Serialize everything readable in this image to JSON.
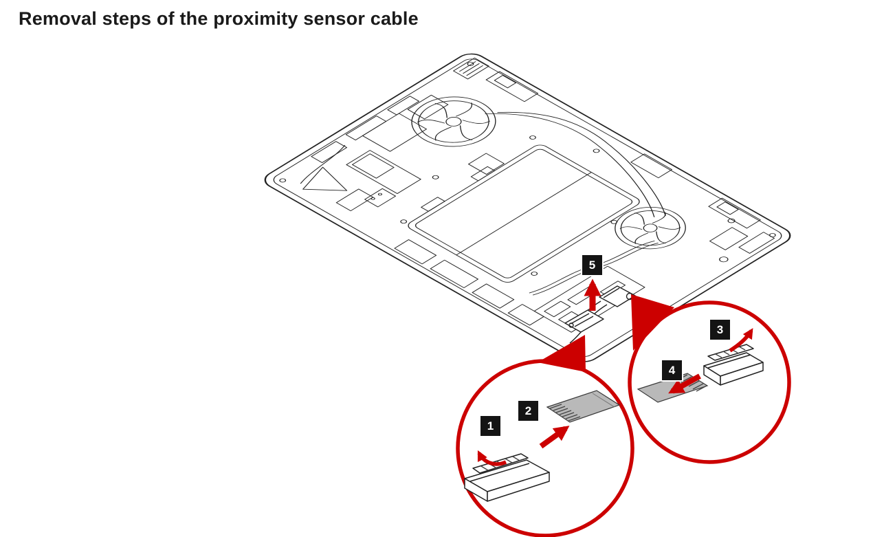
{
  "page": {
    "title": "Removal steps of the proximity sensor cable"
  },
  "figure": {
    "alt": "Isometric line drawing of a laptop base; two red magnifier callout circles show detail of the proximity sensor cable connector with numbered removal steps"
  },
  "steps": {
    "s1": "1",
    "s2": "2",
    "s3": "3",
    "s4": "4",
    "s5": "5"
  },
  "colors": {
    "callout_red": "#CC0000",
    "line_black": "#222222",
    "cable_gray": "#B9B9B9",
    "background": "#FFFFFF",
    "title_text": "#1A1A1A"
  }
}
